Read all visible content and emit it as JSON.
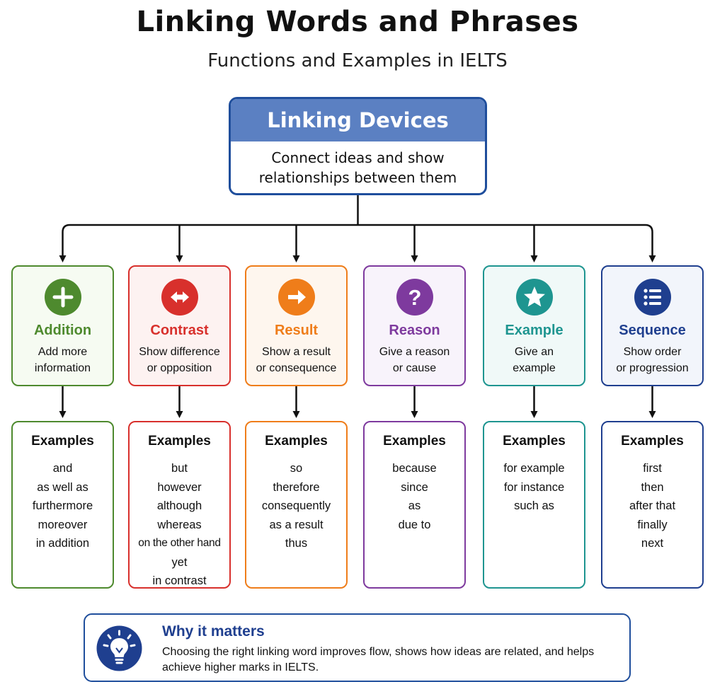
{
  "title": "Linking Words and Phrases",
  "subtitle": "Functions and Examples in IELTS",
  "root": {
    "heading": "Linking Devices",
    "description": "Connect ideas and show relationships between them"
  },
  "examples_heading": "Examples",
  "categories": [
    {
      "name": "Addition",
      "description_lines": [
        "Add more",
        "information"
      ],
      "icon": "plus-icon",
      "color": "#4e8a2e",
      "tint": "#f6fbf2",
      "examples": [
        "and",
        "as well as",
        "furthermore",
        "moreover",
        "in addition"
      ]
    },
    {
      "name": "Contrast",
      "description_lines": [
        "Show difference",
        "or opposition"
      ],
      "icon": "double-arrow-icon",
      "color": "#d8302c",
      "tint": "#fdf2f1",
      "examples": [
        "but",
        "however",
        "although",
        "whereas",
        "on the other hand",
        "yet",
        "in contrast"
      ]
    },
    {
      "name": "Result",
      "description_lines": [
        "Show a result",
        "or consequence"
      ],
      "icon": "arrow-right-icon",
      "color": "#ef7d1a",
      "tint": "#fef6ee",
      "examples": [
        "so",
        "therefore",
        "consequently",
        "as a result",
        "thus"
      ]
    },
    {
      "name": "Reason",
      "description_lines": [
        "Give a reason",
        "or cause"
      ],
      "icon": "question-icon",
      "color": "#7e3a9e",
      "tint": "#f8f3fb",
      "examples": [
        "because",
        "since",
        "as",
        "due to"
      ]
    },
    {
      "name": "Example",
      "description_lines": [
        "Give an",
        "example"
      ],
      "icon": "star-icon",
      "color": "#1e9590",
      "tint": "#f0f9f8",
      "examples": [
        "for example",
        "for instance",
        "such as"
      ]
    },
    {
      "name": "Sequence",
      "description_lines": [
        "Show order",
        "or progression"
      ],
      "icon": "list-icon",
      "color": "#1f3f8f",
      "tint": "#f2f5fb",
      "examples": [
        "first",
        "then",
        "after that",
        "finally",
        "next"
      ]
    }
  ],
  "note": {
    "icon": "lightbulb-icon",
    "title": "Why it matters",
    "text": "Choosing the right linking word improves flow, shows how ideas are related, and helps achieve higher marks in IELTS."
  }
}
